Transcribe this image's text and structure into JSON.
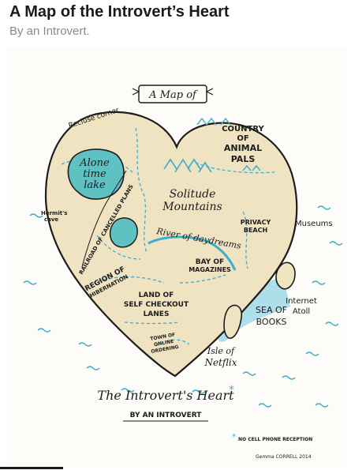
{
  "page": {
    "title": "A Map of the Introvert’s Heart",
    "subtitle": "By an Introvert."
  },
  "map": {
    "banner": "A Map of",
    "regions": {
      "recluse_corner": "Recluse corner",
      "country_of_animal_pals": [
        "COUNTRY",
        "OF",
        "ANIMAL",
        "PALS"
      ],
      "alone_time_lake": [
        "Alone",
        "time",
        "lake"
      ],
      "hermits_cave": [
        "Hermit's",
        "cave"
      ],
      "railroad": "RAILROAD OF CANCELLED PLANS",
      "solitude_mountains": [
        "Solitude",
        "Mountains"
      ],
      "privacy_beach": [
        "PRIVACY",
        "BEACH"
      ],
      "museums": "Museums",
      "river_of_daydreams": "River of daydreams",
      "region_of_hibernation": [
        "REGION OF",
        "HIBERNATION"
      ],
      "bay_of_magazines": [
        "BAY OF",
        "MAGAZINES"
      ],
      "land_of_self_checkout_lanes": [
        "LAND OF",
        "SELF CHECKOUT",
        "LANES"
      ],
      "internet_atoll": [
        "Internet",
        "Atoll"
      ],
      "sea_of_books": [
        "SEA OF",
        "BOOKS"
      ],
      "town_of_online_ordering": [
        "TOWN OF",
        "ONLINE",
        "ORDERING"
      ],
      "isle_of_netflix": [
        "Isle of",
        "Netflix"
      ]
    },
    "legend_title": "The Introvert's Heart",
    "legend_subtitle": "BY AN INTROVERT",
    "footnote": "NO CELL PHONE RECEPTION",
    "signature": "Gemma CORRELL 2014",
    "colors": {
      "heart_fill": "#efe3c2",
      "lake": "#5fc1c1",
      "sea": "#6cc6dd",
      "outline": "#1c1c1c",
      "accent": "#3aaecb"
    }
  }
}
